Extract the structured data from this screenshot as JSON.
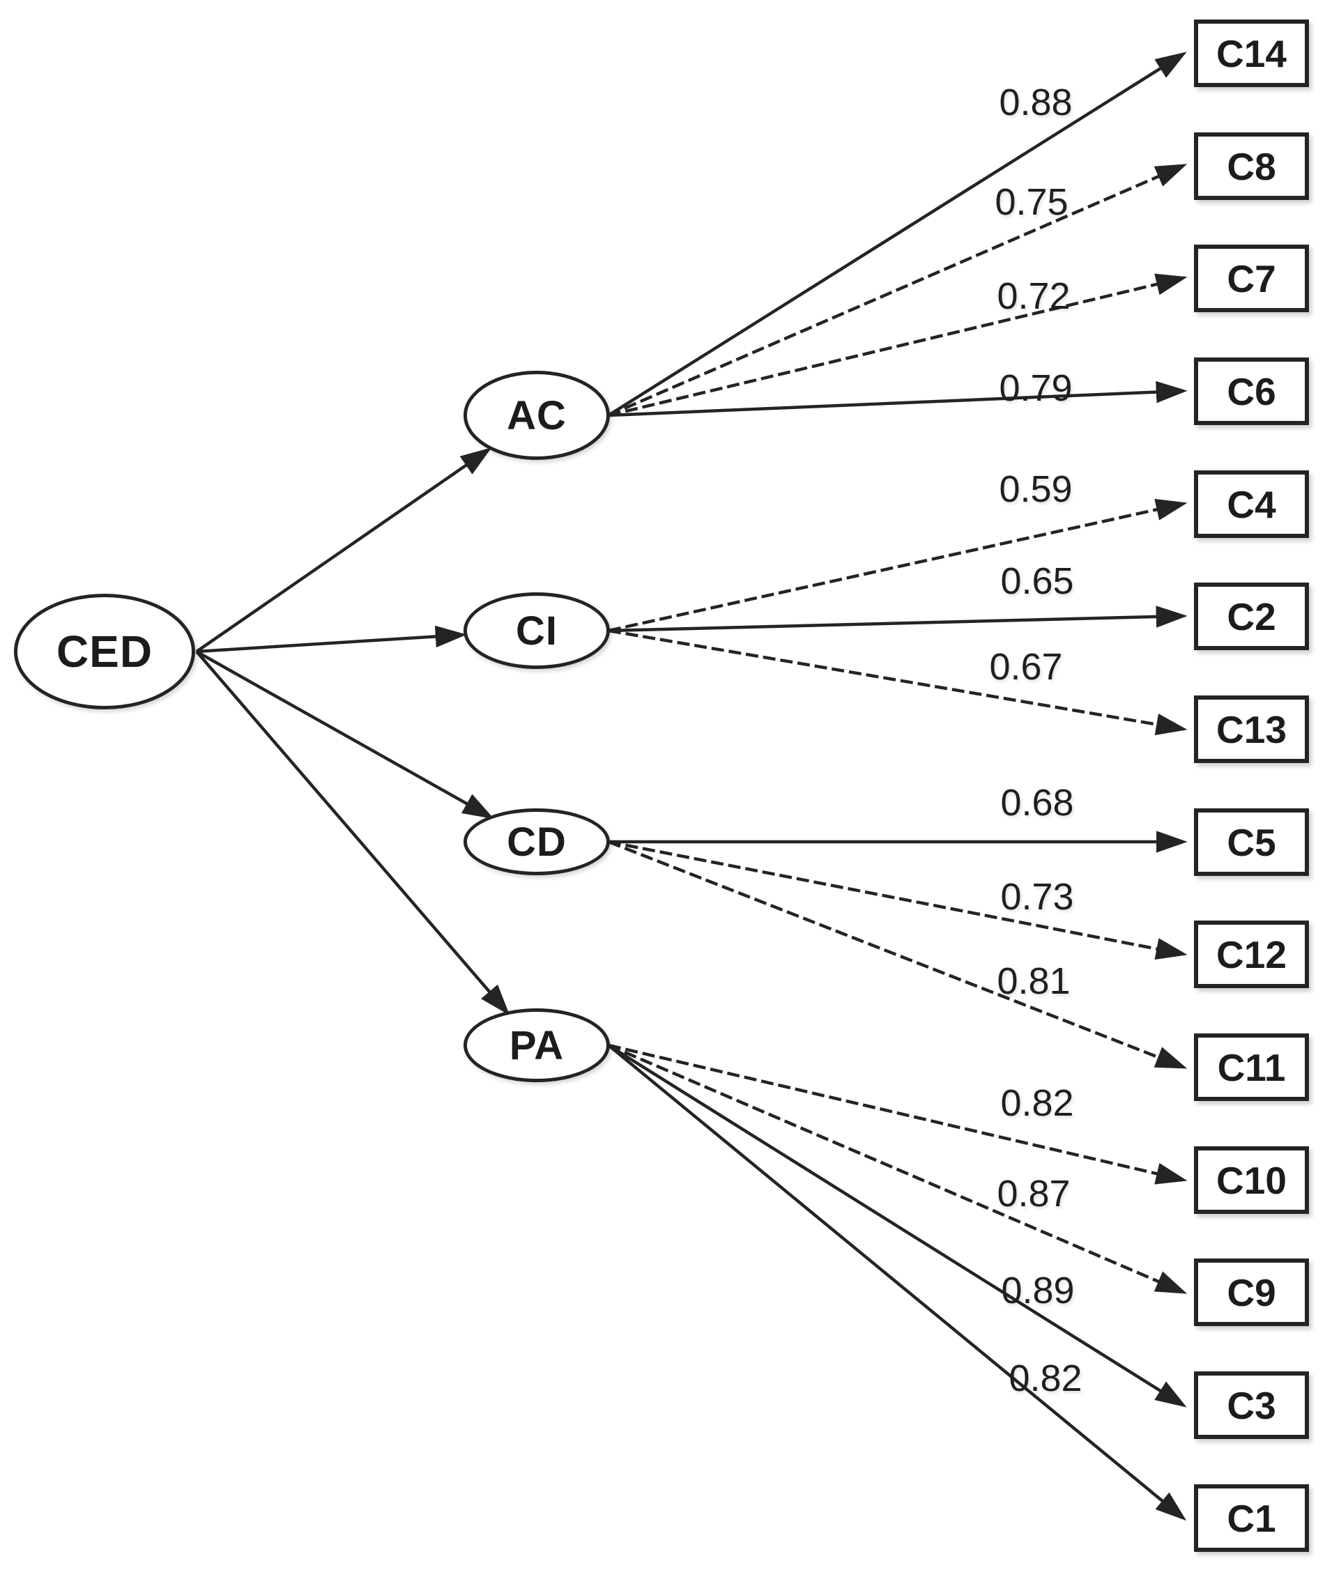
{
  "diagram": {
    "type": "sem-path-diagram",
    "root": {
      "id": "CED",
      "label": "CED"
    },
    "factors": [
      {
        "id": "AC",
        "label": "AC",
        "indicators": [
          {
            "item": "C14",
            "loading": "0.88"
          },
          {
            "item": "C8",
            "loading": "0.75"
          },
          {
            "item": "C7",
            "loading": "0.72"
          },
          {
            "item": "C6",
            "loading": "0.79"
          }
        ]
      },
      {
        "id": "CI",
        "label": "CI",
        "indicators": [
          {
            "item": "C4",
            "loading": "0.59"
          },
          {
            "item": "C2",
            "loading": "0.65"
          },
          {
            "item": "C13",
            "loading": "0.67"
          }
        ]
      },
      {
        "id": "CD",
        "label": "CD",
        "indicators": [
          {
            "item": "C5",
            "loading": "0.68"
          },
          {
            "item": "C12",
            "loading": "0.73"
          },
          {
            "item": "C11",
            "loading": "0.81"
          }
        ]
      },
      {
        "id": "PA",
        "label": "PA",
        "indicators": [
          {
            "item": "C10",
            "loading": "0.82"
          },
          {
            "item": "C9",
            "loading": "0.87"
          },
          {
            "item": "C3",
            "loading": "0.89"
          },
          {
            "item": "C1",
            "loading": "0.82"
          }
        ]
      }
    ],
    "colors": {
      "line": "#242424",
      "node_border": "#242424",
      "background": "#ffffff",
      "text": "#1c1c1c"
    }
  }
}
